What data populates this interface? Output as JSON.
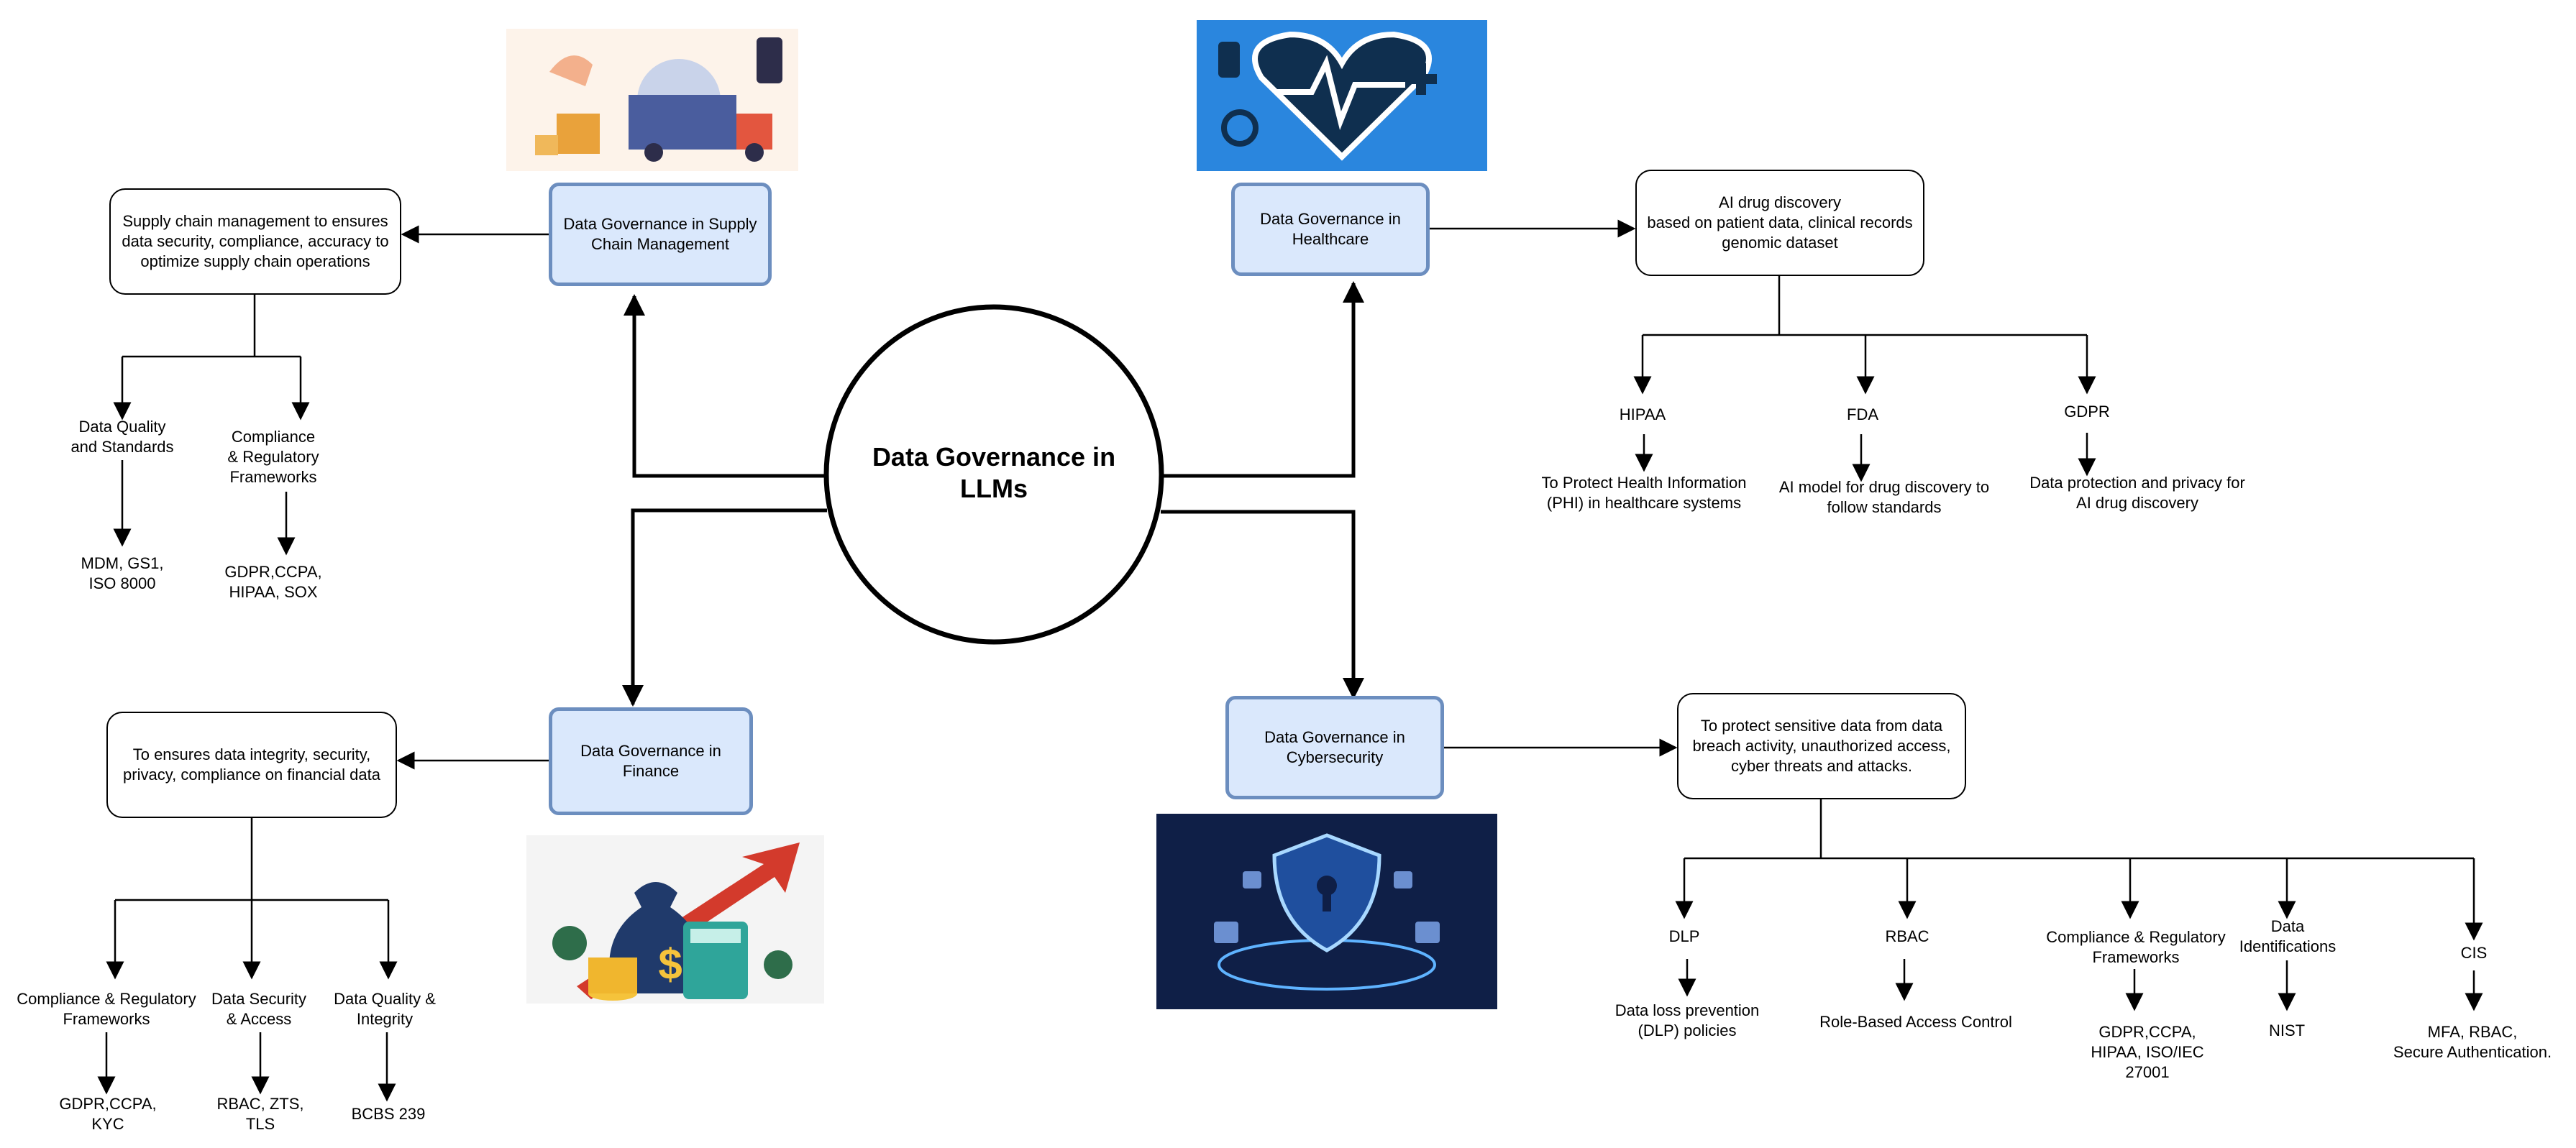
{
  "center": {
    "title": "Data Governance in\nLLMs"
  },
  "supply_chain": {
    "title": "Data Governance in Supply\nChain Management",
    "description": "Supply chain management to ensures\ndata security, compliance, accuracy to\noptimize supply chain operations",
    "branches": [
      {
        "label": "Data Quality\nand Standards",
        "detail": "MDM, GS1,\nISO 8000"
      },
      {
        "label": "Compliance\n& Regulatory\nFrameworks",
        "detail": "GDPR,CCPA,\nHIPAA, SOX"
      }
    ]
  },
  "finance": {
    "title": "Data Governance in\nFinance",
    "description": "To ensures data integrity, security,\nprivacy, compliance on financial data",
    "branches": [
      {
        "label": "Compliance & Regulatory\nFrameworks",
        "detail": "GDPR,CCPA,\nKYC"
      },
      {
        "label": "Data Security\n& Access",
        "detail": "RBAC, ZTS,\nTLS"
      },
      {
        "label": "Data Quality &\nIntegrity",
        "detail": "BCBS 239"
      }
    ]
  },
  "healthcare": {
    "title": "Data Governance in\nHealthcare",
    "description": "AI drug discovery\nbased on patient data, clinical records\ngenomic dataset",
    "branches": [
      {
        "label": "HIPAA",
        "detail": "To Protect Health Information\n(PHI) in healthcare systems"
      },
      {
        "label": "FDA",
        "detail": "AI model for drug discovery to\nfollow standards"
      },
      {
        "label": "GDPR",
        "detail": "Data protection and privacy for\nAI drug discovery"
      }
    ]
  },
  "cybersecurity": {
    "title": "Data Governance in\nCybersecurity",
    "description": "To protect sensitive data from data\nbreach activity, unauthorized access,\ncyber threats and attacks.",
    "branches": [
      {
        "label": "DLP",
        "detail": "Data loss prevention\n(DLP) policies"
      },
      {
        "label": "RBAC",
        "detail": "Role-Based Access Control"
      },
      {
        "label": "Compliance & Regulatory\nFrameworks",
        "detail": "GDPR,CCPA,\nHIPAA, ISO/IEC\n27001"
      },
      {
        "label": "Data\nIdentifications",
        "detail": "NIST"
      },
      {
        "label": "CIS",
        "detail": "MFA, RBAC,\nSecure Authentication."
      }
    ]
  }
}
